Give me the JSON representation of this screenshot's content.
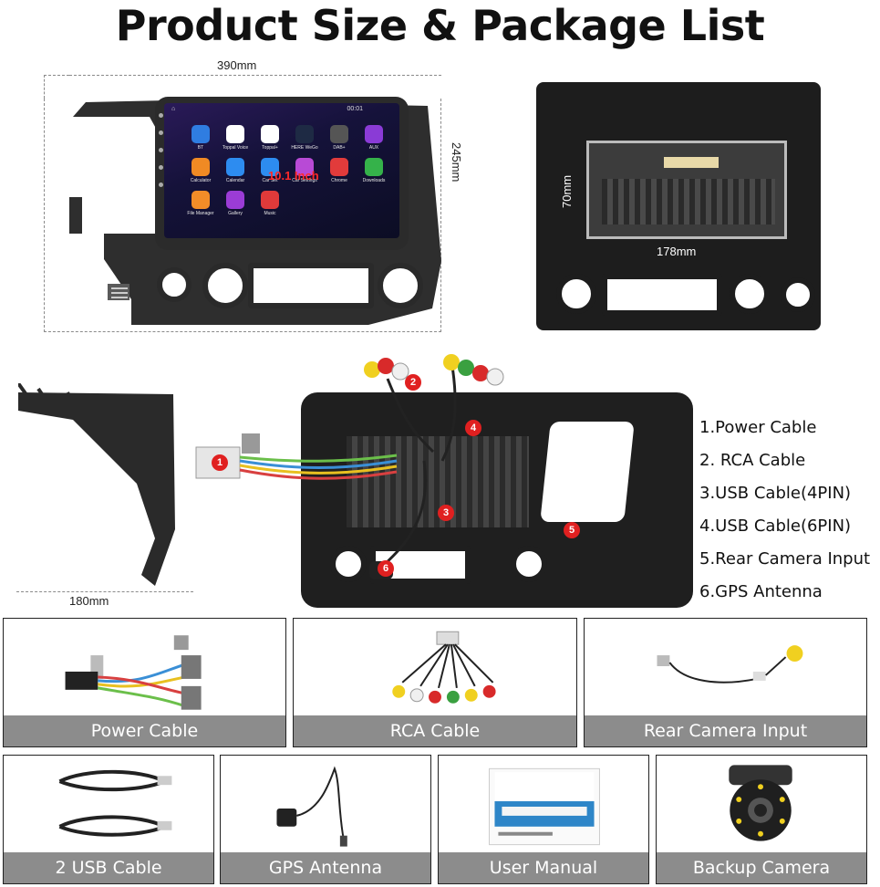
{
  "title": "Product Size & Package List",
  "dimensions": {
    "width": "390mm",
    "height": "245mm",
    "cage_height": "70mm",
    "cage_width": "178mm",
    "depth": "180mm"
  },
  "screen": {
    "time": "00:01",
    "size_label": "10.1 Inch",
    "apps": [
      {
        "label": "BT",
        "icon": "bluetooth-icon",
        "color": "#2f7de1"
      },
      {
        "label": "Toppal Voice",
        "icon": "voice-icon",
        "color": "#ffffff"
      },
      {
        "label": "Toppal+",
        "icon": "toppal-icon",
        "color": "#ffffff"
      },
      {
        "label": "HERE WeGo",
        "icon": "navigation-icon",
        "color": "#1e2a44"
      },
      {
        "label": "DAB+",
        "icon": "radio-icon",
        "color": "#555555"
      },
      {
        "label": "AUX",
        "icon": "aux-icon",
        "color": "#8a3bd6"
      },
      {
        "label": "Calculator",
        "icon": "calculator-icon",
        "color": "#f08a24"
      },
      {
        "label": "Calendar",
        "icon": "calendar-icon",
        "color": "#2d8cf0"
      },
      {
        "label": "Car Set",
        "icon": "car-icon",
        "color": "#2d8cf0"
      },
      {
        "label": "Car Settings",
        "icon": "settings-icon",
        "color": "#b84ad6"
      },
      {
        "label": "Chrome",
        "icon": "chrome-icon",
        "color": "#e23b3b"
      },
      {
        "label": "Downloads",
        "icon": "download-icon",
        "color": "#35b24a"
      },
      {
        "label": "File Manager",
        "icon": "folder-icon",
        "color": "#f28c28"
      },
      {
        "label": "Gallery",
        "icon": "gallery-icon",
        "color": "#9b3cd6"
      },
      {
        "label": "Music",
        "icon": "music-icon",
        "color": "#e03a3a"
      }
    ]
  },
  "callouts": [
    "1",
    "2",
    "3",
    "4",
    "5",
    "6"
  ],
  "package_list": [
    "1.Power Cable",
    "2. RCA Cable",
    "3.USB Cable(4PIN)",
    "4.USB Cable(6PIN)",
    "5.Rear Camera Input",
    "6.GPS Antenna"
  ],
  "cards": [
    {
      "label": "Power Cable"
    },
    {
      "label": "RCA Cable"
    },
    {
      "label": "Rear Camera Input"
    },
    {
      "label": "2 USB Cable"
    },
    {
      "label": "GPS Antenna"
    },
    {
      "label": "User Manual"
    },
    {
      "label": "Backup Camera"
    }
  ]
}
